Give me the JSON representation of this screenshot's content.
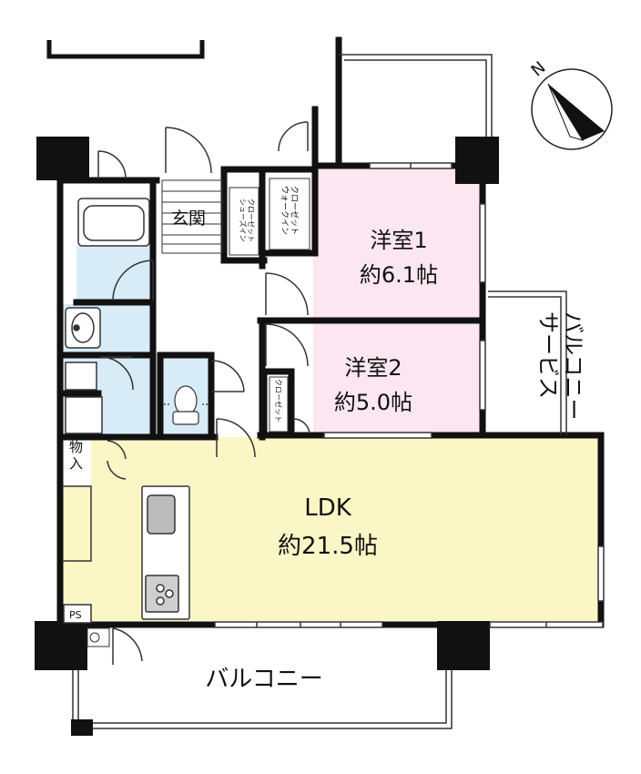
{
  "rooms": {
    "entrance": "玄関",
    "shoe_closet": "シューズイン\nクローゼット",
    "walk_in_closet": "ウォークイン\nクローゼット",
    "bedroom1_name": "洋室1",
    "bedroom1_size": "約6.1帖",
    "bedroom2_name": "洋室2",
    "bedroom2_size": "約5.0帖",
    "closet": "クローゼット",
    "storage": "物入",
    "ldk_name": "LDK",
    "ldk_size": "約21.5帖",
    "ps": "PS",
    "service_balcony": "サービス\nバルコニー",
    "balcony": "バルコニー"
  },
  "compass": {
    "north": "N"
  },
  "colors": {
    "bedroom": "#fce6ef",
    "ldk": "#fbf6c6",
    "wet": "#d7ecf6",
    "wall": "#111111",
    "line": "#333333"
  }
}
